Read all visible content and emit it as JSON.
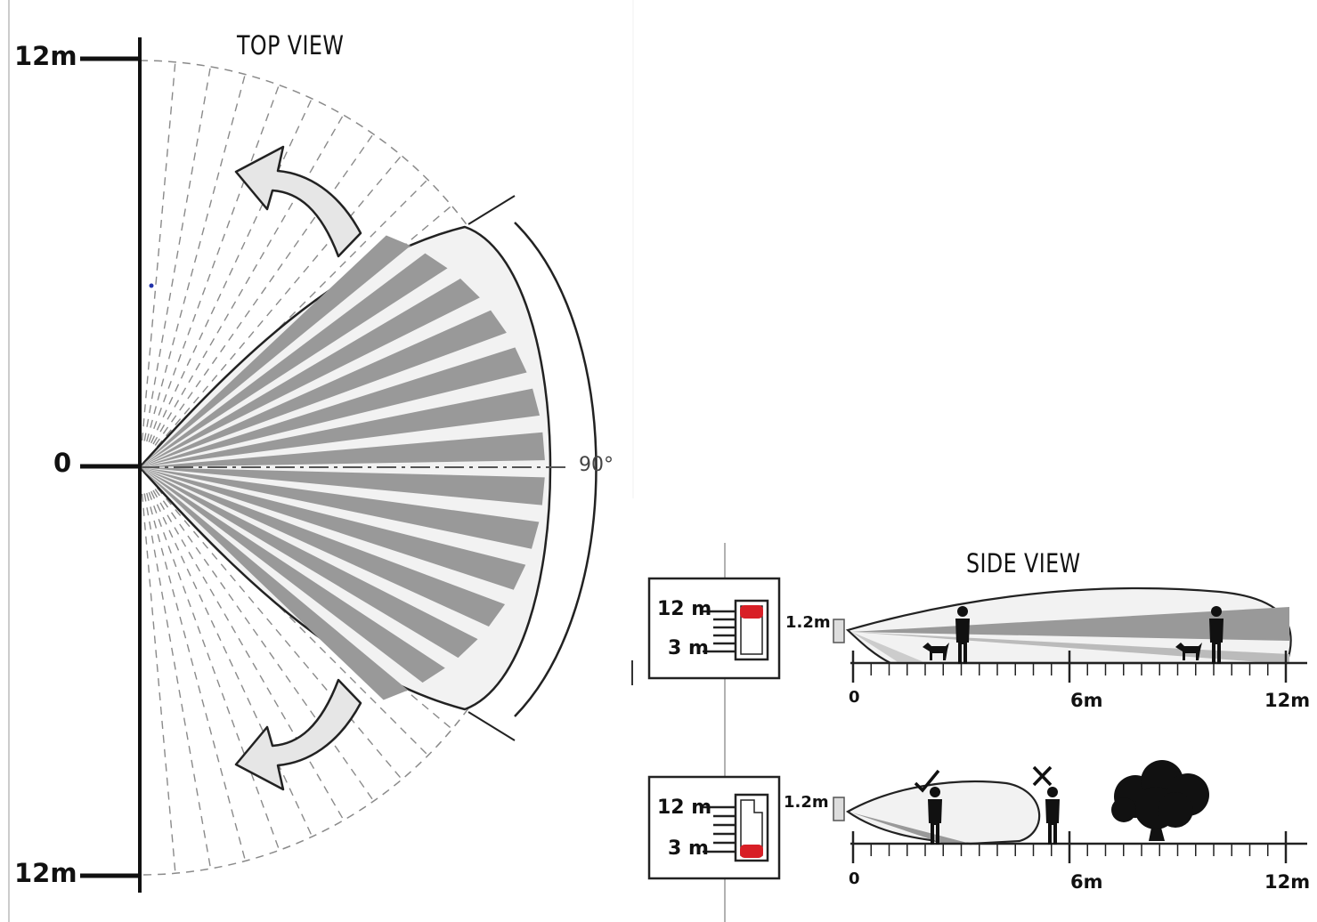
{
  "top_view": {
    "title": "TOP VIEW",
    "scale_top": "12m",
    "scale_mid": "0",
    "scale_bottom": "12m",
    "angle": "90°"
  },
  "side_view": {
    "title": "SIDE VIEW",
    "panel1": {
      "setting_high": "12 m",
      "setting_low": "3 m",
      "mount_height": "1.2m",
      "tick_0": "0",
      "tick_6": "6m",
      "tick_12": "12m"
    },
    "panel2": {
      "setting_high": "12 m",
      "setting_low": "3 m",
      "mount_height": "1.2m",
      "tick_0": "0",
      "tick_6": "6m",
      "tick_12": "12m"
    }
  },
  "colors": {
    "detection_zone_fill": "#f0f0f0",
    "beam_fill": "#999999",
    "marker_red": "#d81f26",
    "ink": "#111111"
  }
}
